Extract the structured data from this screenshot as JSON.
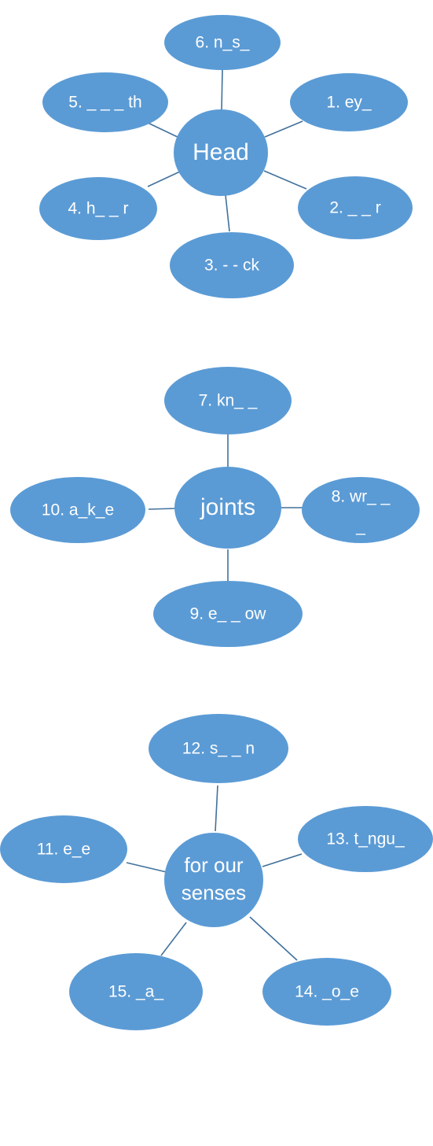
{
  "diagrams": [
    {
      "hub": "Head",
      "nodes": [
        "6. n_s_",
        "5. _ _ _ th",
        "1. ey_",
        "4. h_ _ r",
        "2. _ _ r",
        "3. - - ck"
      ]
    },
    {
      "hub": "joints",
      "nodes": [
        "7. kn_ _",
        "10. a_k_e",
        "8. wr_ _",
        "9. e_ _ ow"
      ],
      "node_wrap": {
        "8. wr_ _": [
          "8. wr_ _",
          "_"
        ]
      }
    },
    {
      "hub_lines": [
        "for our",
        "senses"
      ],
      "nodes": [
        "12. s_ _ n",
        "11. e_e",
        "13. t_ngu_",
        "15. _a_",
        "14. _o_e"
      ]
    }
  ],
  "colors": {
    "bubble": "#5b9bd5",
    "connector": "#41719c",
    "text": "#ffffff",
    "background": "#ffffff"
  }
}
